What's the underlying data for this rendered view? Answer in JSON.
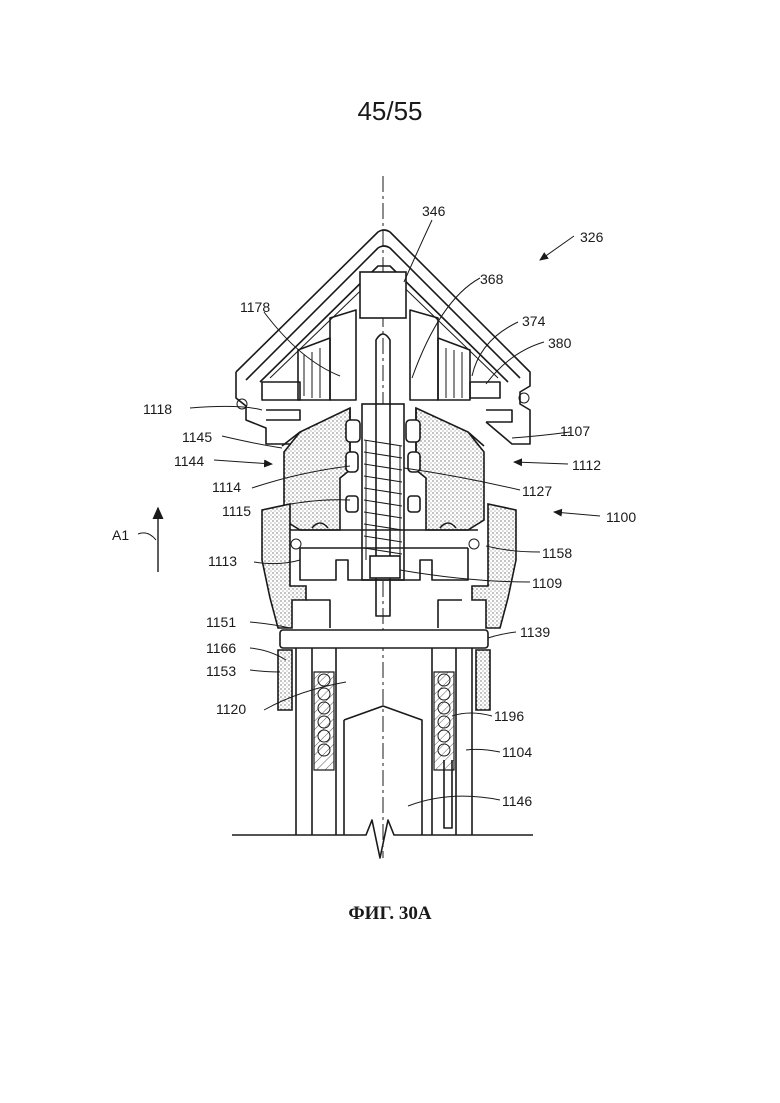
{
  "page": {
    "number": "45/55"
  },
  "figure": {
    "caption": "ФИГ. 30А"
  },
  "labels": {
    "l326": "326",
    "l346": "346",
    "l368": "368",
    "l374": "374",
    "l380": "380",
    "l1178": "1178",
    "l1118": "1118",
    "l1145": "1145",
    "l1144": "1144",
    "l1114": "1114",
    "l1115": "1115",
    "l1113": "1113",
    "l1151": "1151",
    "l1166": "1166",
    "l1153": "1153",
    "l1120": "1120",
    "l1107": "1107",
    "l1112": "1112",
    "l1127": "1127",
    "l1100": "1100",
    "l1158": "1158",
    "l1109": "1109",
    "l1139": "1139",
    "l1196": "1196",
    "l1104": "1104",
    "l1146": "1146",
    "lA1": "A1"
  }
}
